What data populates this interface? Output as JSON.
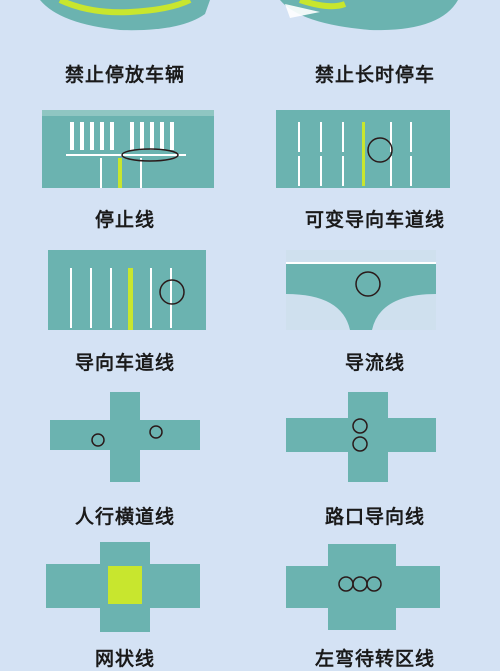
{
  "colors": {
    "background": "#d4e2f4",
    "road": "#6bb3b0",
    "lane_line": "#ffffff",
    "yellow_marking": "#c8e62e",
    "highlight_circle": "#2a1a1a"
  },
  "items": [
    {
      "label": "禁止停放车辆",
      "icon": "no-parking-marking-icon"
    },
    {
      "label": "禁止长时停车",
      "icon": "no-long-stop-marking-icon"
    },
    {
      "label": "停止线",
      "icon": "stop-line-icon"
    },
    {
      "label": "可变导向车道线",
      "icon": "variable-guide-lane-icon"
    },
    {
      "label": "导向车道线",
      "icon": "guide-lane-line-icon"
    },
    {
      "label": "导流线",
      "icon": "diversion-line-icon"
    },
    {
      "label": "人行横道线",
      "icon": "crosswalk-line-icon"
    },
    {
      "label": "路口导向线",
      "icon": "intersection-guide-line-icon"
    },
    {
      "label": "网状线",
      "icon": "grid-marking-icon"
    },
    {
      "label": "左弯待转区线",
      "icon": "left-turn-waiting-zone-icon"
    }
  ]
}
